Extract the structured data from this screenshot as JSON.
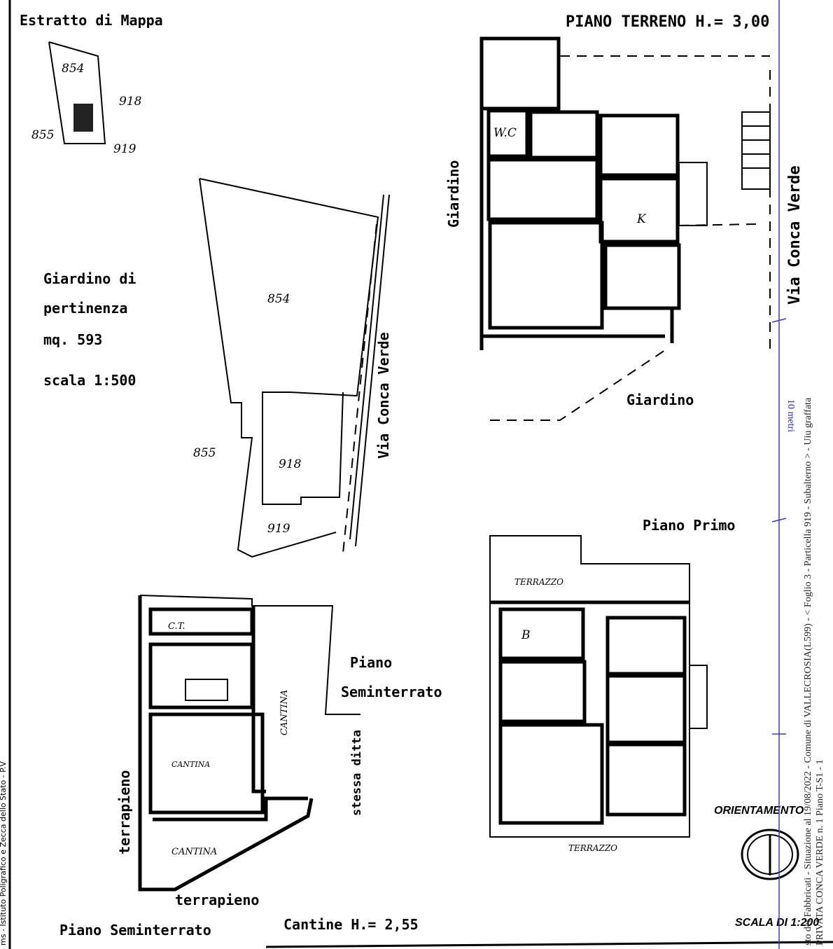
{
  "header": {
    "map_extract_title": "Estratto di Mappa",
    "ground_floor_title": "PIANO TERRENO  H.= 3,00"
  },
  "map": {
    "garden_label_1": "Giardino di",
    "garden_label_2": "pertinenza",
    "garden_area": "mq.  593",
    "scale": "scala 1:500",
    "street": "Via Conca Verde",
    "parcels": [
      "854",
      "918",
      "855",
      "919"
    ]
  },
  "ground_floor": {
    "garden_left": "Giardino",
    "garden_bottom": "Giardino",
    "street": "Via Conca Verde",
    "wc": "W.C",
    "kitchen": "K"
  },
  "first_floor": {
    "title": "Piano Primo",
    "terrace_top": "TERRAZZO",
    "bath": "B",
    "terrace_bottom": "TERRAZZO"
  },
  "basement": {
    "title_1": "Piano",
    "title_2": "Seminterrato",
    "boiler": "C.T.",
    "cellar_1": "CANTINA",
    "cellar_2": "CANTINA",
    "cellar_3": "CANTINA",
    "embankment_left": "terrapieno",
    "embankment_bottom": "terrapieno",
    "same_owner": "stessa ditta",
    "footer_left": "Piano Seminterrato",
    "footer_height": "Cantine H.= 2,55"
  },
  "legend": {
    "orientation": "ORIENTAMENTO",
    "scale": "SCALA DI 1:200"
  },
  "overlay": {
    "ruler_label": "10 metri",
    "side_text_1": "sto dei Fabbricati - Situazione al 19/08/2022 - Comune di VALLECROSIA(L599) - < Foglio 3 - Particella  919 - Subalterno  > - Uiu graffata",
    "side_text_2": "PRIVATA CONCA VERDE n. 1 Piano T-S1 - 1",
    "left_margin_text": "ms - Istituto Poligrafico e Zecca dello Stato - P.V",
    "ruler_color": "#3a3ad0"
  }
}
